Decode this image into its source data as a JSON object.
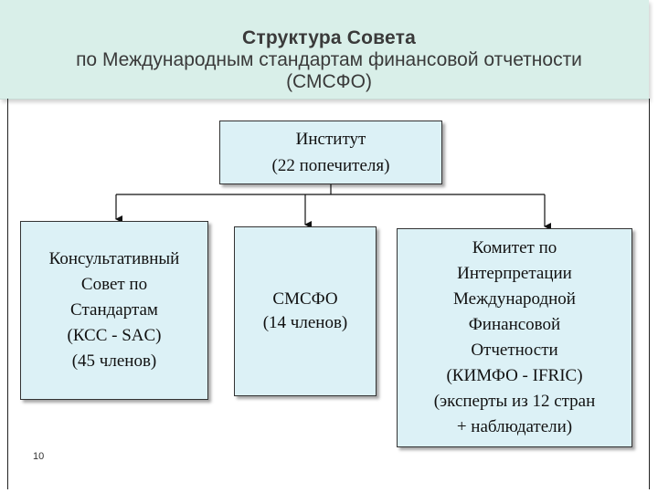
{
  "slide": {
    "title_line1": "Структура Совета",
    "title_line2": "по Международным стандартам  финансовой отчетности",
    "title_line3": "(СМСФО)",
    "page_number": "10"
  },
  "boxes": {
    "institute": [
      "Институт",
      "(22 попечителя)"
    ],
    "sac": [
      "Консультативный",
      "Совет по",
      "Стандартам",
      "(КСС - SAC)",
      "(45 членов)"
    ],
    "iasb": [
      "СМСФО",
      "(14 членов)"
    ],
    "ifric": [
      "Комитет по",
      "Интерпретации",
      "Международной",
      "Финансовой",
      "Отчетности",
      "(КИМФО - IFRIC)",
      "(эксперты из 12 стран",
      "+ наблюдатели)"
    ]
  },
  "colors": {
    "header_bg": "#d9efe9",
    "box_bg": "#dcf1f6"
  }
}
